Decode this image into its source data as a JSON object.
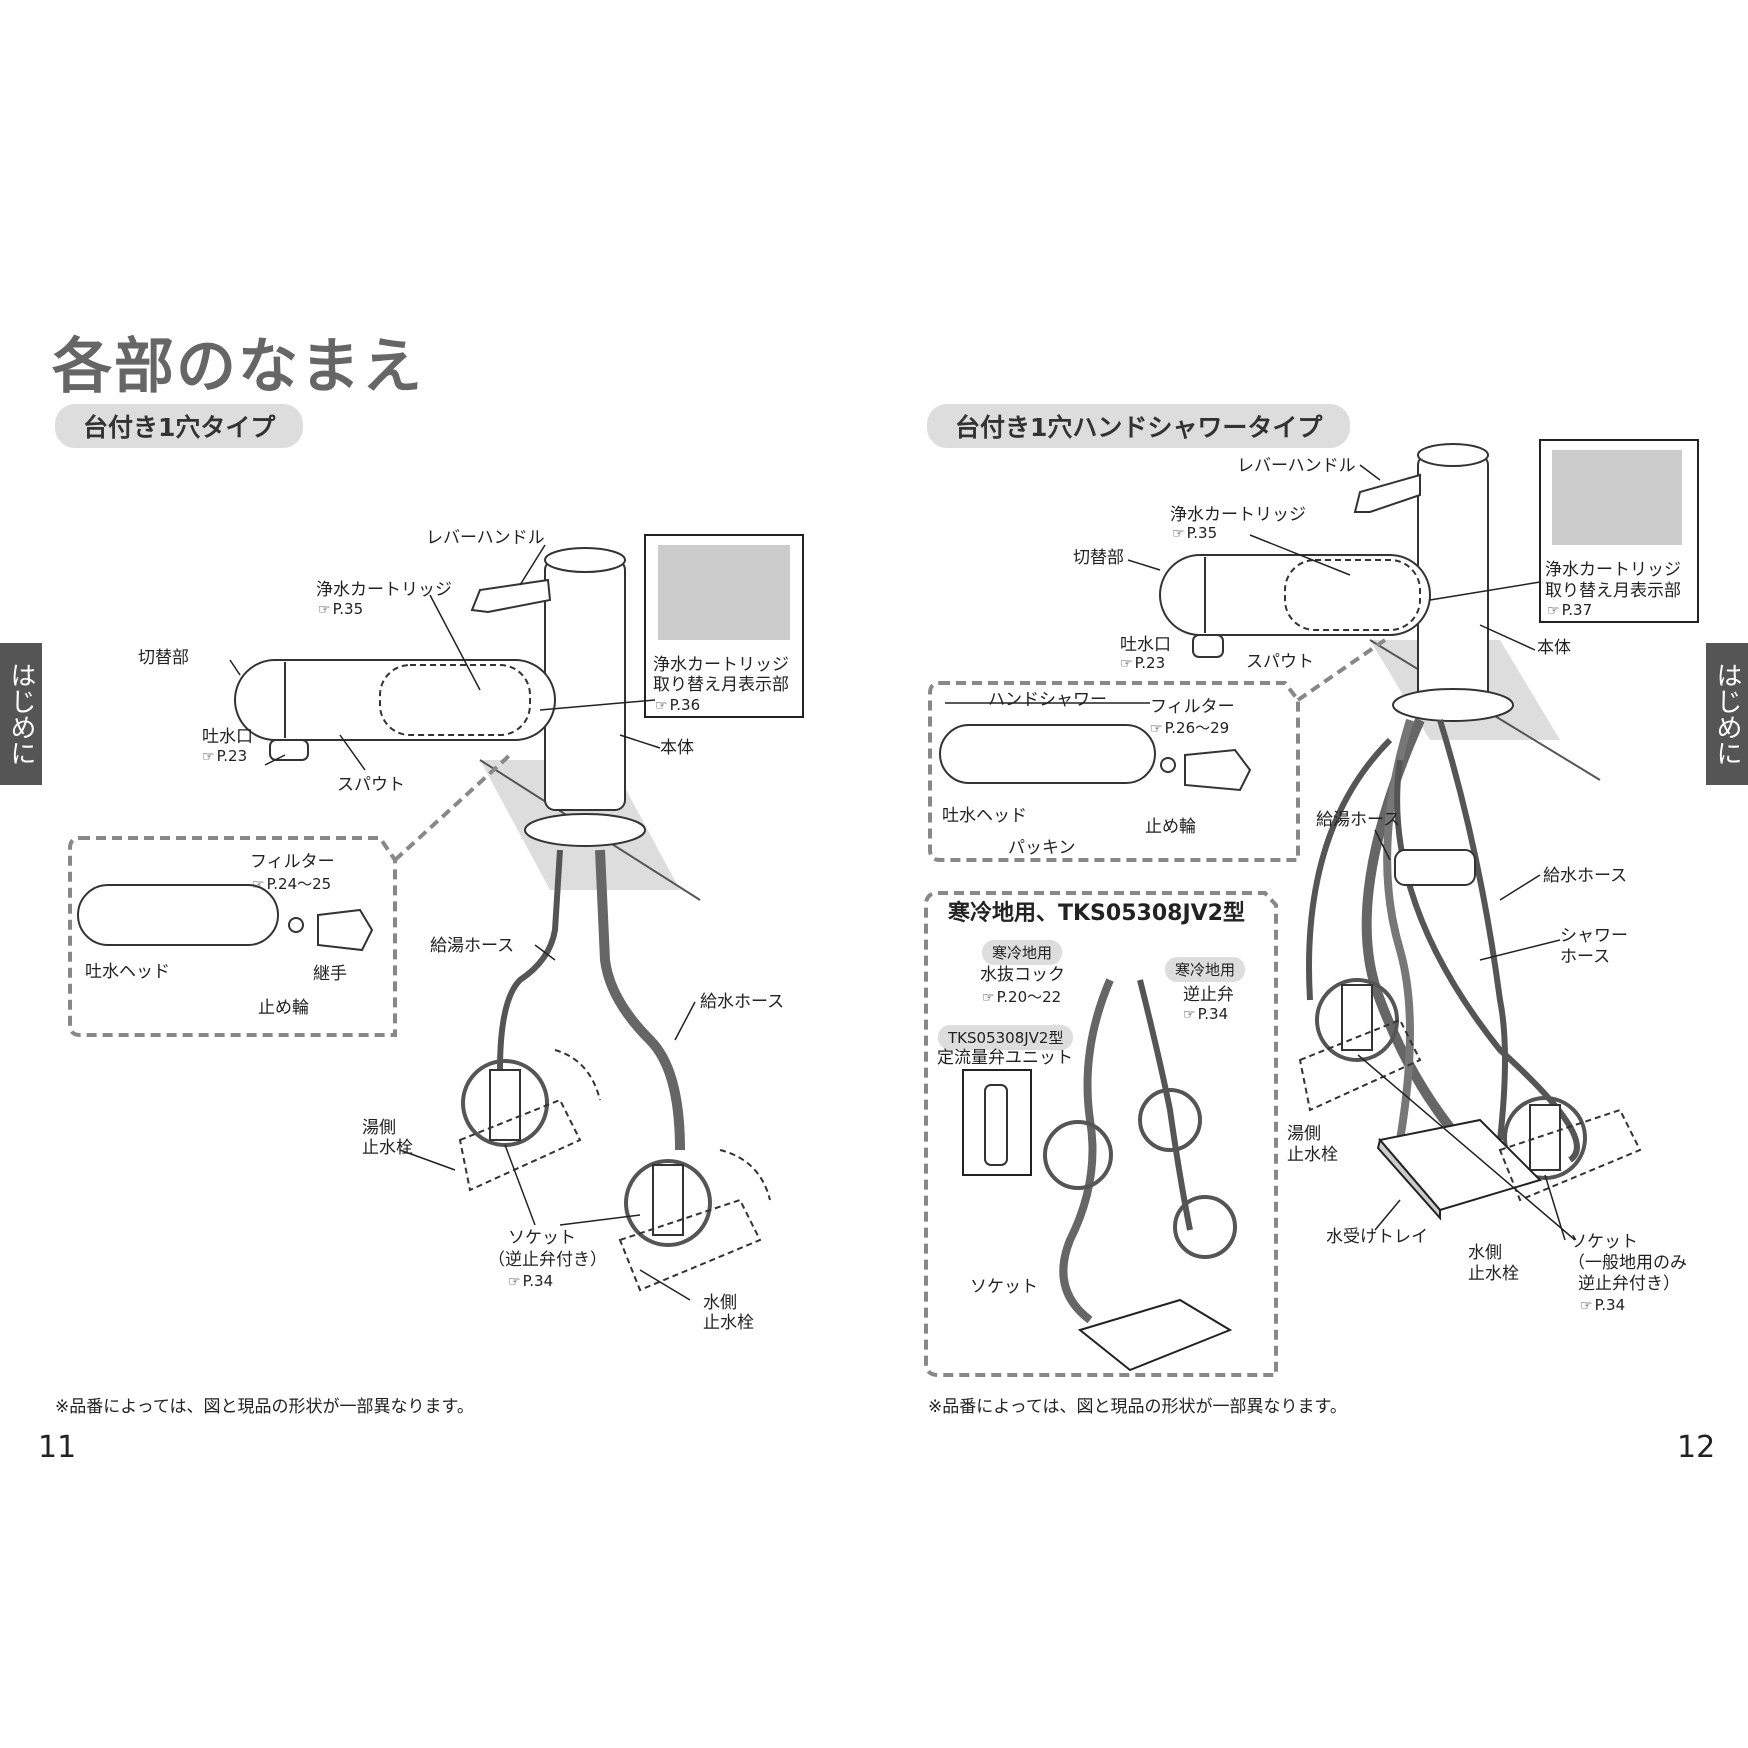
{
  "title": "各部のなまえ",
  "left": {
    "section": "台付き1穴タイプ",
    "labels": {
      "lever": "レバーハンドル",
      "cartridge": "浄水カートリッジ",
      "cartridge_ref": "P.35",
      "switch": "切替部",
      "outlet": "吐水口",
      "outlet_ref": "P.23",
      "spout": "スパウト",
      "body": "本体",
      "indicator_line1": "浄水カートリッジ",
      "indicator_line2": "取り替え月表示部",
      "indicator_ref": "P.36",
      "filter": "フィルター",
      "filter_ref": "P.24〜25",
      "head": "吐水ヘッド",
      "joint": "継手",
      "ring": "止め輪",
      "hot_hose": "給湯ホース",
      "cold_hose": "給水ホース",
      "hot_valve_line1": "湯側",
      "hot_valve_line2": "止水栓",
      "socket_line1": "ソケット",
      "socket_line2": "（逆止弁付き）",
      "socket_ref": "P.34",
      "cold_valve_line1": "水側",
      "cold_valve_line2": "止水栓"
    },
    "note": "※品番によっては、図と現品の形状が一部異なります。",
    "page": "11"
  },
  "right": {
    "section": "台付き1穴ハンドシャワータイプ",
    "labels": {
      "lever": "レバーハンドル",
      "cartridge": "浄水カートリッジ",
      "cartridge_ref": "P.35",
      "switch": "切替部",
      "outlet": "吐水口",
      "outlet_ref": "P.23",
      "spout": "スパウト",
      "body": "本体",
      "indicator_line1": "浄水カートリッジ",
      "indicator_line2": "取り替え月表示部",
      "indicator_ref": "P.37",
      "hand_shower": "ハンドシャワー",
      "filter": "フィルター",
      "filter_ref": "P.26〜29",
      "head": "吐水ヘッド",
      "packing": "パッキン",
      "ring": "止め輪",
      "hot_hose": "給湯ホース",
      "cold_hose": "給水ホース",
      "shower_hose_line1": "シャワー",
      "shower_hose_line2": "ホース",
      "hot_valve_line1": "湯側",
      "hot_valve_line2": "止水栓",
      "tray": "水受けトレイ",
      "cold_valve_line1": "水側",
      "cold_valve_line2": "止水栓",
      "socket_line1": "ソケット",
      "socket_line2": "（一般地用のみ",
      "socket_line3": "逆止弁付き）",
      "socket_ref": "P.34"
    },
    "cold_region": {
      "title": "寒冷地用、TKS05308JV2型",
      "tag1": "寒冷地用",
      "drain_cock": "水抜コック",
      "drain_ref": "P.20〜22",
      "tag2": "寒冷地用",
      "check_valve": "逆止弁",
      "check_ref": "P.34",
      "tag3": "TKS05308JV2型",
      "flow_unit": "定流量弁ユニット",
      "socket": "ソケット"
    },
    "note": "※品番によっては、図と現品の形状が一部異なります。",
    "page": "12"
  },
  "side_tab": "はじめに"
}
